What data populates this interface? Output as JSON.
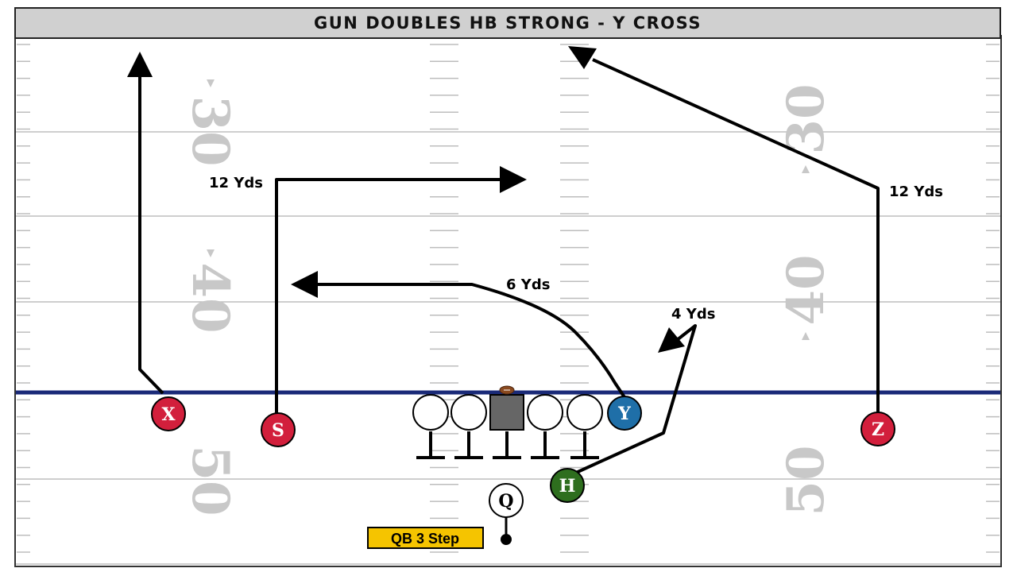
{
  "title": "GUN DOUBLES HB STRONG - Y CROSS",
  "yard_numbers": {
    "left_top": "30",
    "left_mid": "40",
    "left_bottom": "50",
    "right_top": "30",
    "right_mid": "40",
    "right_bottom": "50"
  },
  "route_labels": {
    "s_depth": "12 Yds",
    "z_depth": "12 Yds",
    "y_depth": "6 Yds",
    "h_depth": "4 Yds"
  },
  "players": {
    "x": "X",
    "s": "S",
    "y": "Y",
    "z": "Z",
    "h": "H",
    "q": "Q"
  },
  "qb_note": "QB 3 Step",
  "colors": {
    "receiver_red": "#d21f3c",
    "y_blue": "#1f6fa8",
    "h_green": "#2e6e1e",
    "line_of_scrimmage": "#1a2a78",
    "center_gray": "#666666",
    "note_yellow": "#f5c400",
    "yard_number_gray": "#c8c8c8"
  }
}
